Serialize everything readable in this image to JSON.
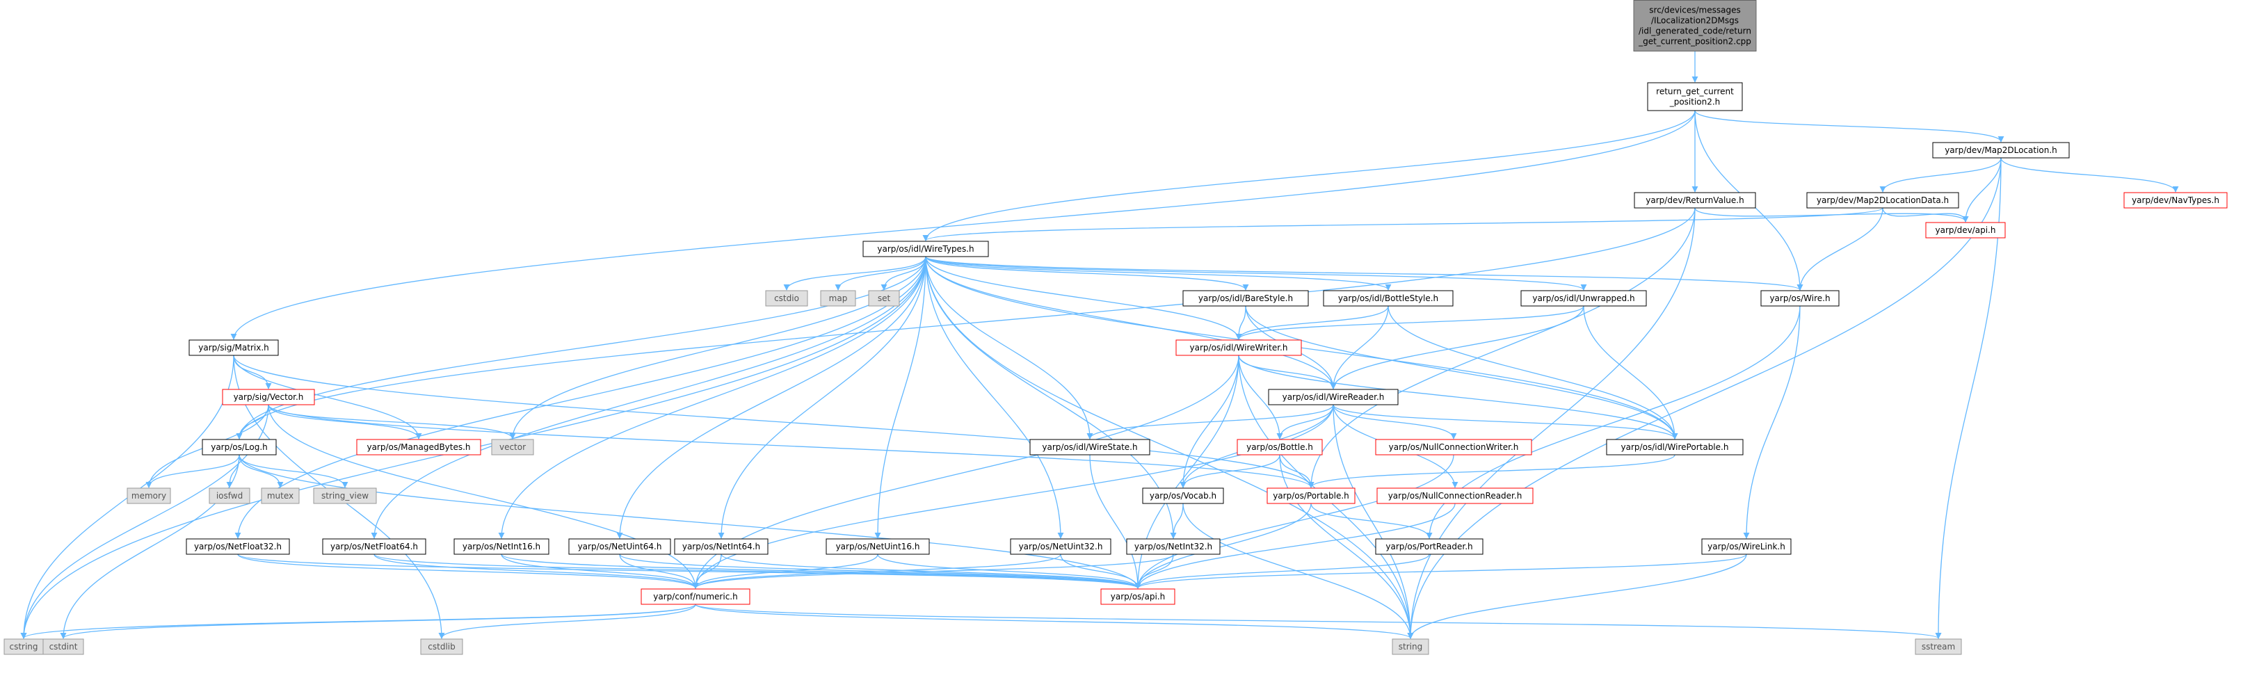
{
  "graph": {
    "nodes": [
      {
        "id": "root",
        "lines": [
          "src/devices/messages",
          "/ILocalization2DMsgs",
          "/idl_generated_code/return",
          "_get_current_position2.cpp"
        ],
        "style": "root"
      },
      {
        "id": "rgcp",
        "lines": [
          "return_get_current",
          "_position2.h"
        ],
        "style": "normal"
      },
      {
        "id": "map2dloc",
        "lines": [
          "yarp/dev/Map2DLocation.h"
        ],
        "style": "normal"
      },
      {
        "id": "map2dlocdata",
        "lines": [
          "yarp/dev/Map2DLocationData.h"
        ],
        "style": "normal"
      },
      {
        "id": "navtypes",
        "lines": [
          "yarp/dev/NavTypes.h"
        ],
        "style": "red"
      },
      {
        "id": "retval",
        "lines": [
          "yarp/dev/ReturnValue.h"
        ],
        "style": "normal"
      },
      {
        "id": "devapi",
        "lines": [
          "yarp/dev/api.h"
        ],
        "style": "red"
      },
      {
        "id": "wiretypes",
        "lines": [
          "yarp/os/idl/WireTypes.h"
        ],
        "style": "normal"
      },
      {
        "id": "cstdio",
        "lines": [
          "cstdio"
        ],
        "style": "gray"
      },
      {
        "id": "map",
        "lines": [
          "map"
        ],
        "style": "gray"
      },
      {
        "id": "set",
        "lines": [
          "set"
        ],
        "style": "gray"
      },
      {
        "id": "barestyle",
        "lines": [
          "yarp/os/idl/BareStyle.h"
        ],
        "style": "normal"
      },
      {
        "id": "bottlestyle",
        "lines": [
          "yarp/os/idl/BottleStyle.h"
        ],
        "style": "normal"
      },
      {
        "id": "unwrapped",
        "lines": [
          "yarp/os/idl/Unwrapped.h"
        ],
        "style": "normal"
      },
      {
        "id": "wire",
        "lines": [
          "yarp/os/Wire.h"
        ],
        "style": "normal"
      },
      {
        "id": "matrix",
        "lines": [
          "yarp/sig/Matrix.h"
        ],
        "style": "normal"
      },
      {
        "id": "wirewriter",
        "lines": [
          "yarp/os/idl/WireWriter.h"
        ],
        "style": "red"
      },
      {
        "id": "vector",
        "lines": [
          "yarp/sig/Vector.h"
        ],
        "style": "red"
      },
      {
        "id": "wirereader",
        "lines": [
          "yarp/os/idl/WireReader.h"
        ],
        "style": "normal"
      },
      {
        "id": "log",
        "lines": [
          "yarp/os/Log.h"
        ],
        "style": "normal"
      },
      {
        "id": "managedbytes",
        "lines": [
          "yarp/os/ManagedBytes.h"
        ],
        "style": "red"
      },
      {
        "id": "vectorstd",
        "lines": [
          "vector"
        ],
        "style": "gray"
      },
      {
        "id": "wirestate",
        "lines": [
          "yarp/os/idl/WireState.h"
        ],
        "style": "normal"
      },
      {
        "id": "bottle",
        "lines": [
          "yarp/os/Bottle.h"
        ],
        "style": "red"
      },
      {
        "id": "nullwriter",
        "lines": [
          "yarp/os/NullConnectionWriter.h"
        ],
        "style": "red"
      },
      {
        "id": "wireportable",
        "lines": [
          "yarp/os/idl/WirePortable.h"
        ],
        "style": "normal"
      },
      {
        "id": "memory",
        "lines": [
          "memory"
        ],
        "style": "gray"
      },
      {
        "id": "iosfwd",
        "lines": [
          "iosfwd"
        ],
        "style": "gray"
      },
      {
        "id": "mutex",
        "lines": [
          "mutex"
        ],
        "style": "gray"
      },
      {
        "id": "stringview",
        "lines": [
          "string_view"
        ],
        "style": "gray"
      },
      {
        "id": "vocab",
        "lines": [
          "yarp/os/Vocab.h"
        ],
        "style": "normal"
      },
      {
        "id": "portable",
        "lines": [
          "yarp/os/Portable.h"
        ],
        "style": "red"
      },
      {
        "id": "nullreader",
        "lines": [
          "yarp/os/NullConnectionReader.h"
        ],
        "style": "red"
      },
      {
        "id": "netfloat32",
        "lines": [
          "yarp/os/NetFloat32.h"
        ],
        "style": "normal"
      },
      {
        "id": "netfloat64",
        "lines": [
          "yarp/os/NetFloat64.h"
        ],
        "style": "normal"
      },
      {
        "id": "netint16",
        "lines": [
          "yarp/os/NetInt16.h"
        ],
        "style": "normal"
      },
      {
        "id": "netuint64",
        "lines": [
          "yarp/os/NetUint64.h"
        ],
        "style": "normal"
      },
      {
        "id": "netint64",
        "lines": [
          "yarp/os/NetInt64.h"
        ],
        "style": "normal"
      },
      {
        "id": "netuint16",
        "lines": [
          "yarp/os/NetUint16.h"
        ],
        "style": "normal"
      },
      {
        "id": "netuint32",
        "lines": [
          "yarp/os/NetUint32.h"
        ],
        "style": "normal"
      },
      {
        "id": "netint32",
        "lines": [
          "yarp/os/NetInt32.h"
        ],
        "style": "normal"
      },
      {
        "id": "portreader",
        "lines": [
          "yarp/os/PortReader.h"
        ],
        "style": "normal"
      },
      {
        "id": "wirelink",
        "lines": [
          "yarp/os/WireLink.h"
        ],
        "style": "normal"
      },
      {
        "id": "numeric",
        "lines": [
          "yarp/conf/numeric.h"
        ],
        "style": "red"
      },
      {
        "id": "osapi",
        "lines": [
          "yarp/os/api.h"
        ],
        "style": "red"
      },
      {
        "id": "cstring",
        "lines": [
          "cstring"
        ],
        "style": "gray"
      },
      {
        "id": "cstdint",
        "lines": [
          "cstdint"
        ],
        "style": "gray"
      },
      {
        "id": "cstdlib",
        "lines": [
          "cstdlib"
        ],
        "style": "gray"
      },
      {
        "id": "string",
        "lines": [
          "string"
        ],
        "style": "gray"
      },
      {
        "id": "sstream",
        "lines": [
          "sstream"
        ],
        "style": "gray"
      }
    ],
    "edges": [
      [
        "root",
        "rgcp"
      ],
      [
        "rgcp",
        "map2dloc"
      ],
      [
        "rgcp",
        "retval"
      ],
      [
        "rgcp",
        "wiretypes"
      ],
      [
        "rgcp",
        "matrix"
      ],
      [
        "rgcp",
        "wire"
      ],
      [
        "map2dloc",
        "map2dlocdata"
      ],
      [
        "map2dloc",
        "navtypes"
      ],
      [
        "map2dloc",
        "devapi"
      ],
      [
        "map2dloc",
        "string"
      ],
      [
        "map2dloc",
        "sstream"
      ],
      [
        "map2dlocdata",
        "devapi"
      ],
      [
        "map2dlocdata",
        "wire"
      ],
      [
        "map2dlocdata",
        "wiretypes"
      ],
      [
        "retval",
        "devapi"
      ],
      [
        "retval",
        "log"
      ],
      [
        "retval",
        "portable"
      ],
      [
        "retval",
        "string"
      ],
      [
        "wiretypes",
        "cstdio"
      ],
      [
        "wiretypes",
        "map"
      ],
      [
        "wiretypes",
        "set"
      ],
      [
        "wiretypes",
        "barestyle"
      ],
      [
        "wiretypes",
        "bottlestyle"
      ],
      [
        "wiretypes",
        "unwrapped"
      ],
      [
        "wiretypes",
        "wire"
      ],
      [
        "wiretypes",
        "wirewriter"
      ],
      [
        "wiretypes",
        "wirereader"
      ],
      [
        "wiretypes",
        "wirestate"
      ],
      [
        "wiretypes",
        "wireportable"
      ],
      [
        "wiretypes",
        "log"
      ],
      [
        "wiretypes",
        "vectorstd"
      ],
      [
        "wiretypes",
        "netfloat32"
      ],
      [
        "wiretypes",
        "netfloat64"
      ],
      [
        "wiretypes",
        "netint16"
      ],
      [
        "wiretypes",
        "netuint64"
      ],
      [
        "wiretypes",
        "netint64"
      ],
      [
        "wiretypes",
        "netuint16"
      ],
      [
        "wiretypes",
        "netuint32"
      ],
      [
        "wiretypes",
        "netint32"
      ],
      [
        "wiretypes",
        "cstring"
      ],
      [
        "wiretypes",
        "string"
      ],
      [
        "barestyle",
        "wirewriter"
      ],
      [
        "barestyle",
        "wirereader"
      ],
      [
        "barestyle",
        "wireportable"
      ],
      [
        "bottlestyle",
        "wirewriter"
      ],
      [
        "bottlestyle",
        "wirereader"
      ],
      [
        "bottlestyle",
        "wireportable"
      ],
      [
        "unwrapped",
        "wirewriter"
      ],
      [
        "unwrapped",
        "wirereader"
      ],
      [
        "unwrapped",
        "wireportable"
      ],
      [
        "wire",
        "portreader"
      ],
      [
        "wire",
        "wirelink"
      ],
      [
        "matrix",
        "vector"
      ],
      [
        "matrix",
        "managedbytes"
      ],
      [
        "matrix",
        "portable"
      ],
      [
        "matrix",
        "cstring"
      ],
      [
        "matrix",
        "cstdlib"
      ],
      [
        "wirewriter",
        "wirereader"
      ],
      [
        "wirewriter",
        "bottle"
      ],
      [
        "wirewriter",
        "vocab"
      ],
      [
        "wirewriter",
        "wireportable"
      ],
      [
        "wirewriter",
        "numeric"
      ],
      [
        "wirewriter",
        "string"
      ],
      [
        "wirewriter",
        "osapi"
      ],
      [
        "vector",
        "log"
      ],
      [
        "vector",
        "managedbytes"
      ],
      [
        "vector",
        "vectorstd"
      ],
      [
        "vector",
        "memory"
      ],
      [
        "vector",
        "cstring"
      ],
      [
        "vector",
        "portable"
      ],
      [
        "vector",
        "numeric"
      ],
      [
        "wirereader",
        "wirestate"
      ],
      [
        "wirereader",
        "bottle"
      ],
      [
        "wirereader",
        "nullwriter"
      ],
      [
        "wirereader",
        "nullreader"
      ],
      [
        "wirereader",
        "wireportable"
      ],
      [
        "wirereader",
        "vocab"
      ],
      [
        "wirereader",
        "numeric"
      ],
      [
        "wirereader",
        "string"
      ],
      [
        "log",
        "memory"
      ],
      [
        "log",
        "iosfwd"
      ],
      [
        "log",
        "mutex"
      ],
      [
        "log",
        "stringview"
      ],
      [
        "log",
        "osapi"
      ],
      [
        "log",
        "cstdint"
      ],
      [
        "wirestate",
        "osapi"
      ],
      [
        "bottle",
        "portable"
      ],
      [
        "bottle",
        "vocab"
      ],
      [
        "bottle",
        "string"
      ],
      [
        "nullwriter",
        "osapi"
      ],
      [
        "wireportable",
        "portable"
      ],
      [
        "vocab",
        "netint32"
      ],
      [
        "vocab",
        "string"
      ],
      [
        "portable",
        "portreader"
      ],
      [
        "portable",
        "osapi"
      ],
      [
        "nullreader",
        "osapi"
      ],
      [
        "netfloat32",
        "numeric"
      ],
      [
        "netfloat32",
        "osapi"
      ],
      [
        "netfloat64",
        "numeric"
      ],
      [
        "netfloat64",
        "osapi"
      ],
      [
        "netint16",
        "numeric"
      ],
      [
        "netint16",
        "osapi"
      ],
      [
        "netuint64",
        "numeric"
      ],
      [
        "netuint64",
        "osapi"
      ],
      [
        "netint64",
        "numeric"
      ],
      [
        "netint64",
        "osapi"
      ],
      [
        "netuint16",
        "numeric"
      ],
      [
        "netuint16",
        "osapi"
      ],
      [
        "netuint32",
        "numeric"
      ],
      [
        "netuint32",
        "osapi"
      ],
      [
        "netint32",
        "numeric"
      ],
      [
        "netint32",
        "osapi"
      ],
      [
        "portreader",
        "osapi"
      ],
      [
        "wirelink",
        "osapi"
      ],
      [
        "wirelink",
        "string"
      ],
      [
        "numeric",
        "cstring"
      ],
      [
        "numeric",
        "cstdint"
      ],
      [
        "numeric",
        "cstdlib"
      ],
      [
        "numeric",
        "string"
      ],
      [
        "numeric",
        "sstream"
      ]
    ]
  },
  "colors": {
    "edge": "#63b8ff",
    "node_border": "#000000",
    "red_border": "#ff0000",
    "gray_fill": "#e0e0e0",
    "gray_border": "#999999",
    "root_fill": "#999999",
    "root_border": "#666666"
  }
}
